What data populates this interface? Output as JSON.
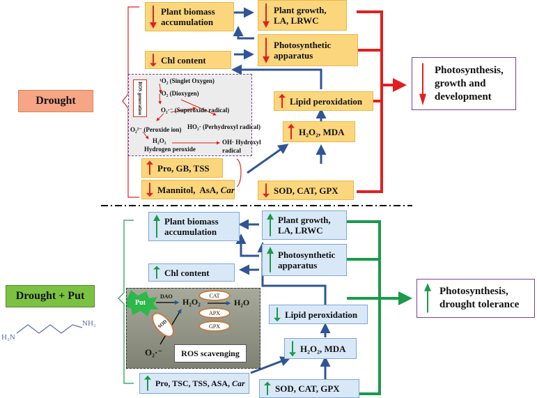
{
  "top_section": {
    "condition_label": "Drought",
    "boxes": {
      "biomass": {
        "label": "Plant biomass accumulation",
        "arrow": "down"
      },
      "growth": {
        "label": "Plant growth, LA, LRWC",
        "arrow": "down"
      },
      "photo_app": {
        "label": "Photosynthetic apparatus",
        "arrow": "down"
      },
      "chl": {
        "label": "Chl content",
        "arrow": "down"
      },
      "lipid": {
        "label": "Lipid peroxidation",
        "arrow": "up"
      },
      "h2o2": {
        "label": "H₂O₂, MDA",
        "arrow": "up"
      },
      "pro": {
        "label": "Pro, GB, TSS",
        "arrow": "up"
      },
      "mannitol_a": "Mannitol,  AsA, ",
      "mannitol_b": "Car",
      "mannitol_arrow": "down",
      "sod": {
        "label": "SOD, CAT, GPX",
        "arrow": "down"
      }
    },
    "outcome": {
      "label": "Photosynthesis, growth and development",
      "arrow": "down"
    },
    "ros": {
      "side_label": "ROS generation",
      "singlet": "¹O₂ (Singlet Oxygen)",
      "dioxygen": "³O₂ (Dioxygen)",
      "superoxide": "O₂·⁻ (Superoxide radical)",
      "peroxide_ion": "O₂²⁻ (Peroxide ion)",
      "perhydroxyl": "HO₂· (Perhydroxyl radical)",
      "h2o2_a": "H₂O₂",
      "h2o2_b": "Hydrogen peroxide",
      "hydroxyl_a": "OH· Hydroxyl",
      "hydroxyl_b": "radical"
    }
  },
  "bottom_section": {
    "condition_label": "Drought + Put",
    "molecule_labels": {
      "left": "H₂N",
      "right": "NH₂"
    },
    "boxes": {
      "biomass": {
        "label": "Plant biomass accumulation",
        "arrow": "up"
      },
      "growth": {
        "label": "Plant growth, LA, LRWC",
        "arrow": "up"
      },
      "photo_app": {
        "label": "Photosynthetic apparatus",
        "arrow": "up"
      },
      "chl": {
        "label": "Chl content",
        "arrow": "up"
      },
      "lipid": {
        "label": "Lipid peroxidation",
        "arrow": "down"
      },
      "h2o2": {
        "label": "H₂O₂, MDA",
        "arrow": "down"
      },
      "pro_a": "Pro, TSC, TSS, ASA, ",
      "pro_b": "Car",
      "pro_arrow": "up",
      "sod": {
        "label": "SOD, CAT, GPX",
        "arrow": "up"
      }
    },
    "outcome": {
      "label": "Photosynthesis, drought tolerance",
      "arrow": "up"
    },
    "scavenging": {
      "put": "Put",
      "dao": "DAO",
      "sod": "SOD",
      "h2o2": "H₂O₂",
      "h2o": "H₂O",
      "cat": "CAT",
      "apx": "APX",
      "gpx": "GPX",
      "o2": "O₂·⁻",
      "label": "ROS scavenging"
    }
  },
  "colors": {
    "down_arrow": "#e02020",
    "up_arrow": "#1a9a4a",
    "flow_arrow": "#2f5597",
    "top_bracket": "#e02020",
    "bottom_bracket": "#1a9a4a",
    "drought_fill": "#f6a585",
    "drought_put_fill": "#7cc242"
  }
}
